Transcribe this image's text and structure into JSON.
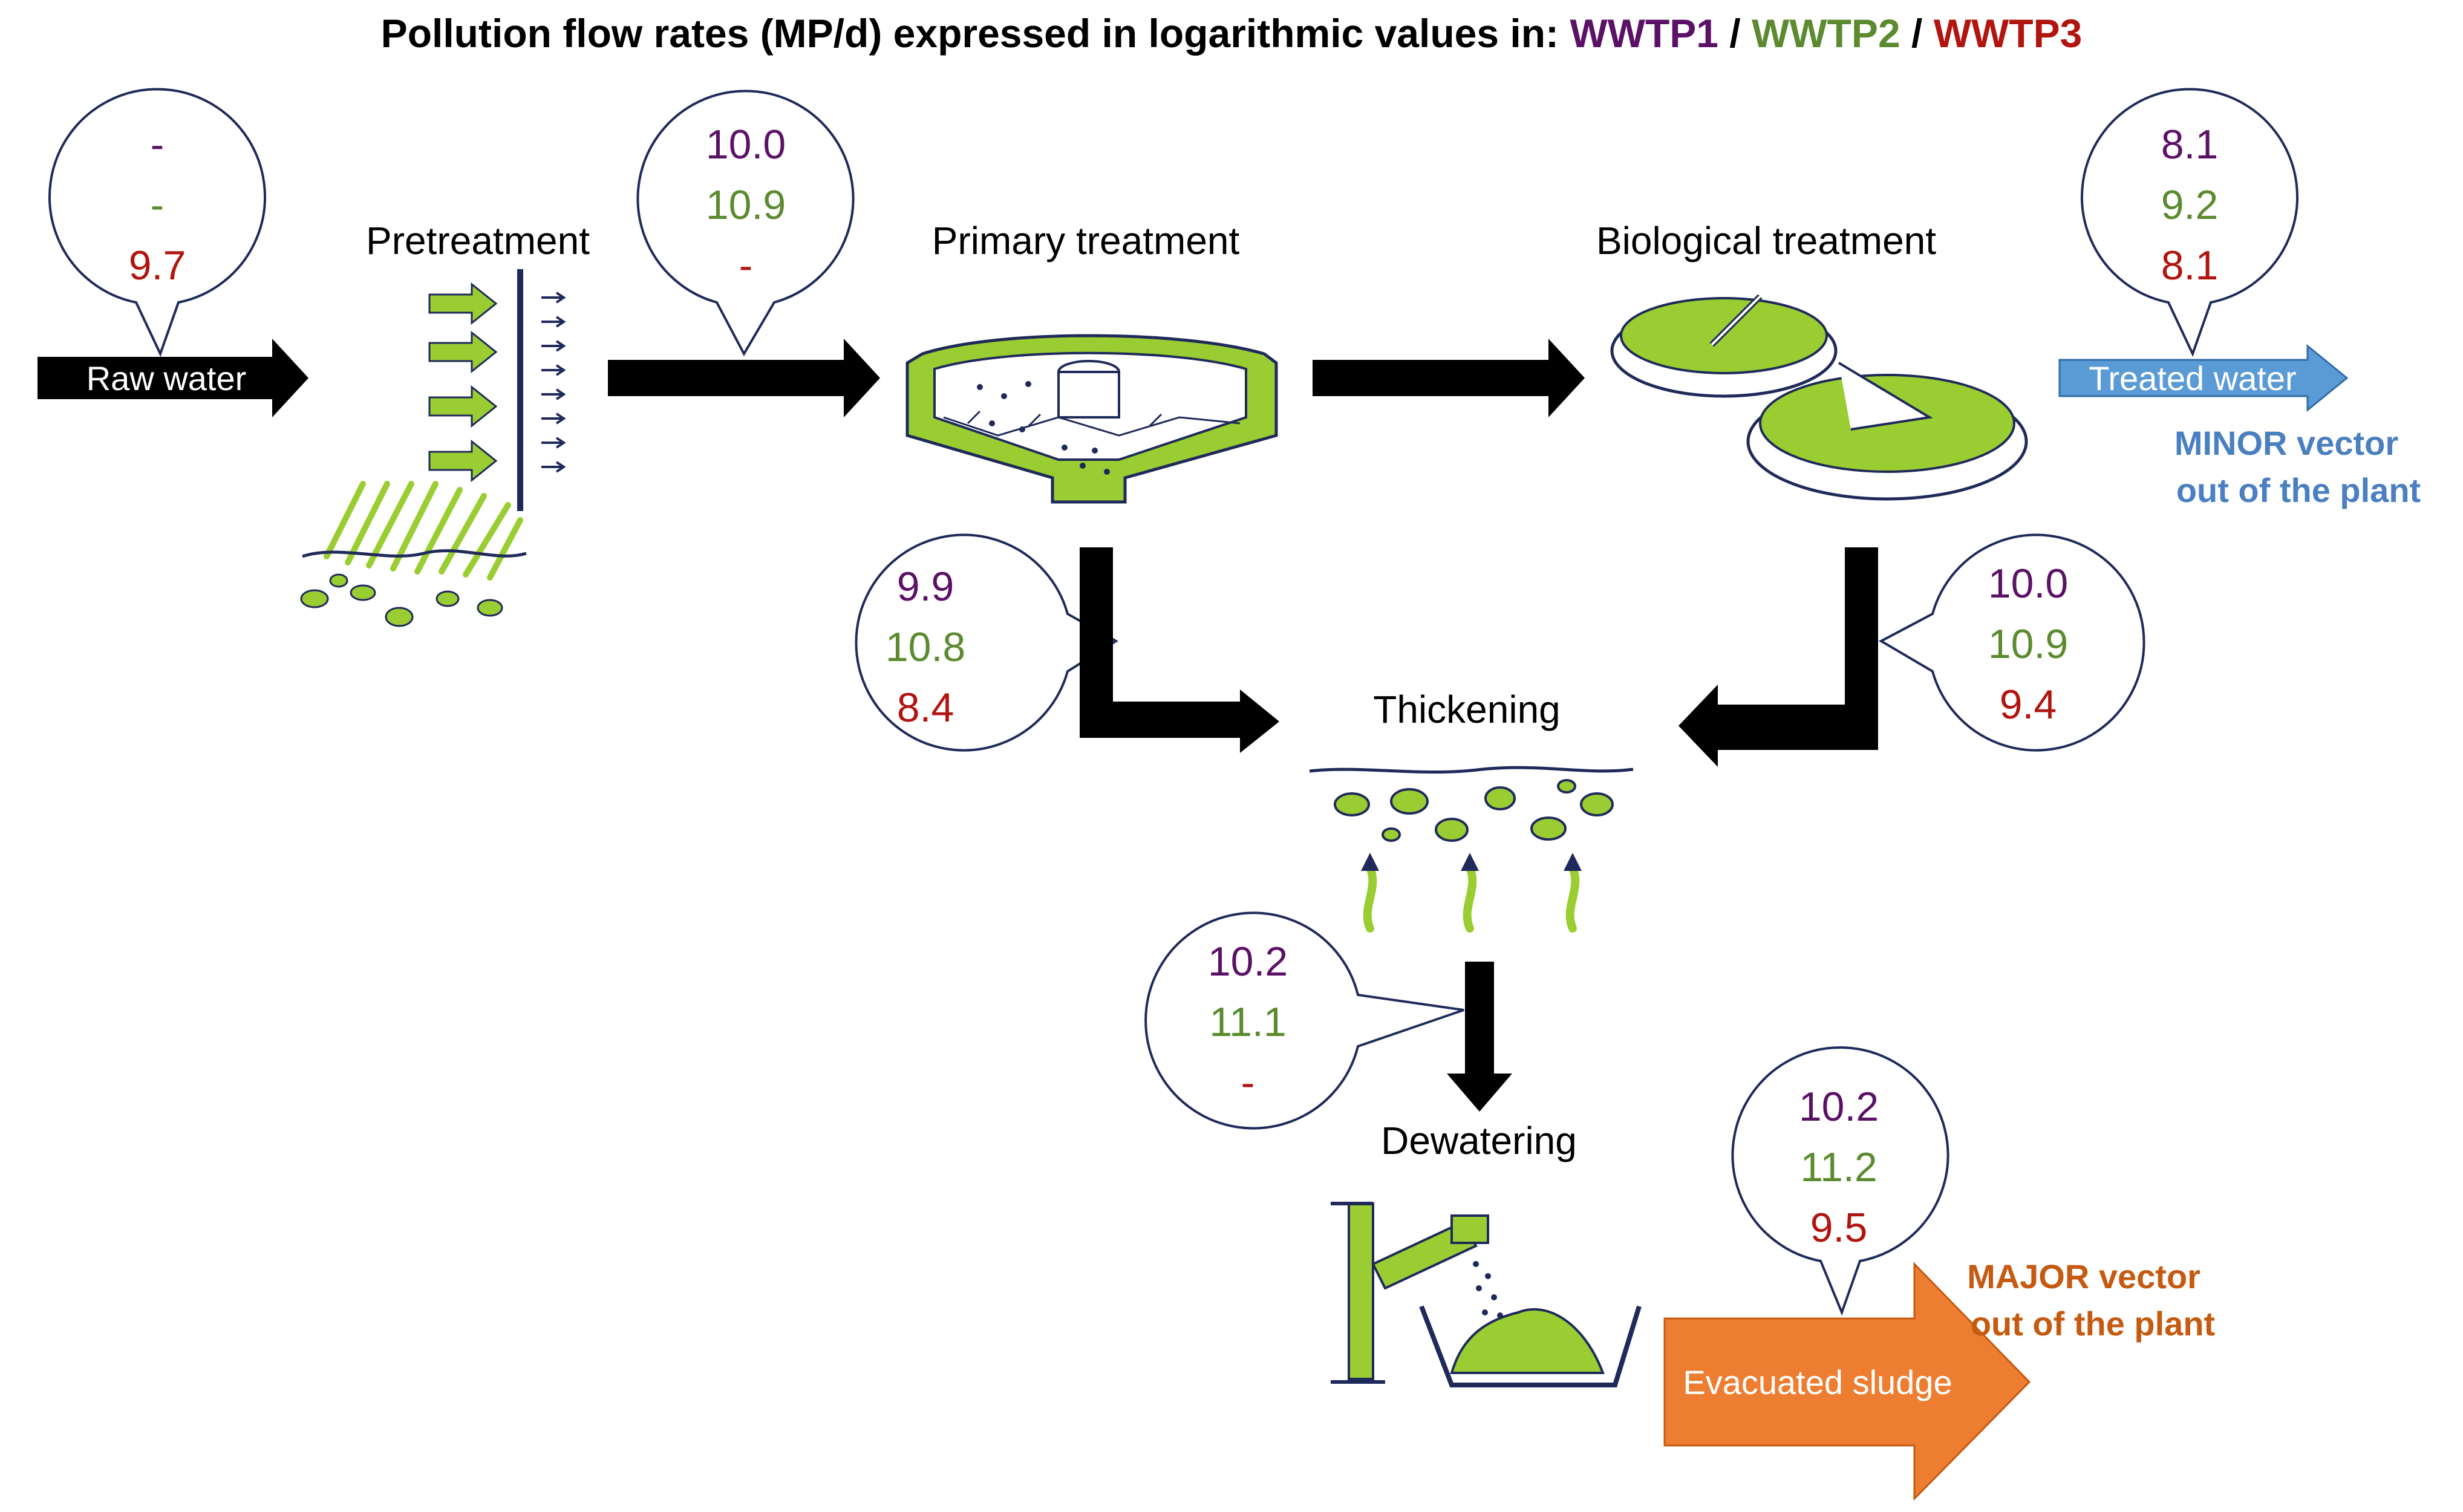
{
  "title": {
    "prefix": "Pollution flow rates (MP/d) expressed in logarithmic values in: ",
    "plant1": "WWTP1",
    "sep1": " / ",
    "plant2": "WWTP2",
    "sep2": " / ",
    "plant3": "WWTP3"
  },
  "colors": {
    "wwtp1": "#5b1266",
    "wwtp2": "#5b8a2f",
    "wwtp3": "#b0150f",
    "arrow": "#000000",
    "treated_water": "#5b9bd5",
    "sludge": "#ed7d31",
    "minor_text": "#4a7fc0",
    "major_text": "#c55a11",
    "equipment_green": "#9acd32",
    "equipment_navy": "#1f2a5a"
  },
  "stages": {
    "pretreatment": "Pretreatment",
    "primary": "Primary treatment",
    "biological": "Biological treatment",
    "thickening": "Thickening",
    "dewatering": "Dewatering"
  },
  "flows": {
    "raw_water": "Raw water",
    "treated_water": "Treated water",
    "evacuated_sludge": "Evacuated sludge"
  },
  "vectors": {
    "minor_line1": "MINOR vector",
    "minor_line2": "out of the plant",
    "major_line1": "MAJOR vector",
    "major_line2": "out of the plant"
  },
  "bubbles": {
    "raw": [
      "-",
      "-",
      "9.7"
    ],
    "after_pretreatment": [
      "10.0",
      "10.9",
      "-"
    ],
    "treated": [
      "8.1",
      "9.2",
      "8.1"
    ],
    "primary_sludge": [
      "9.9",
      "10.8",
      "8.4"
    ],
    "biological_sludge": [
      "10.0",
      "10.9",
      "9.4"
    ],
    "thickened_sludge": [
      "10.2",
      "11.1",
      "-"
    ],
    "evacuated_sludge": [
      "10.2",
      "11.2",
      "9.5"
    ]
  }
}
